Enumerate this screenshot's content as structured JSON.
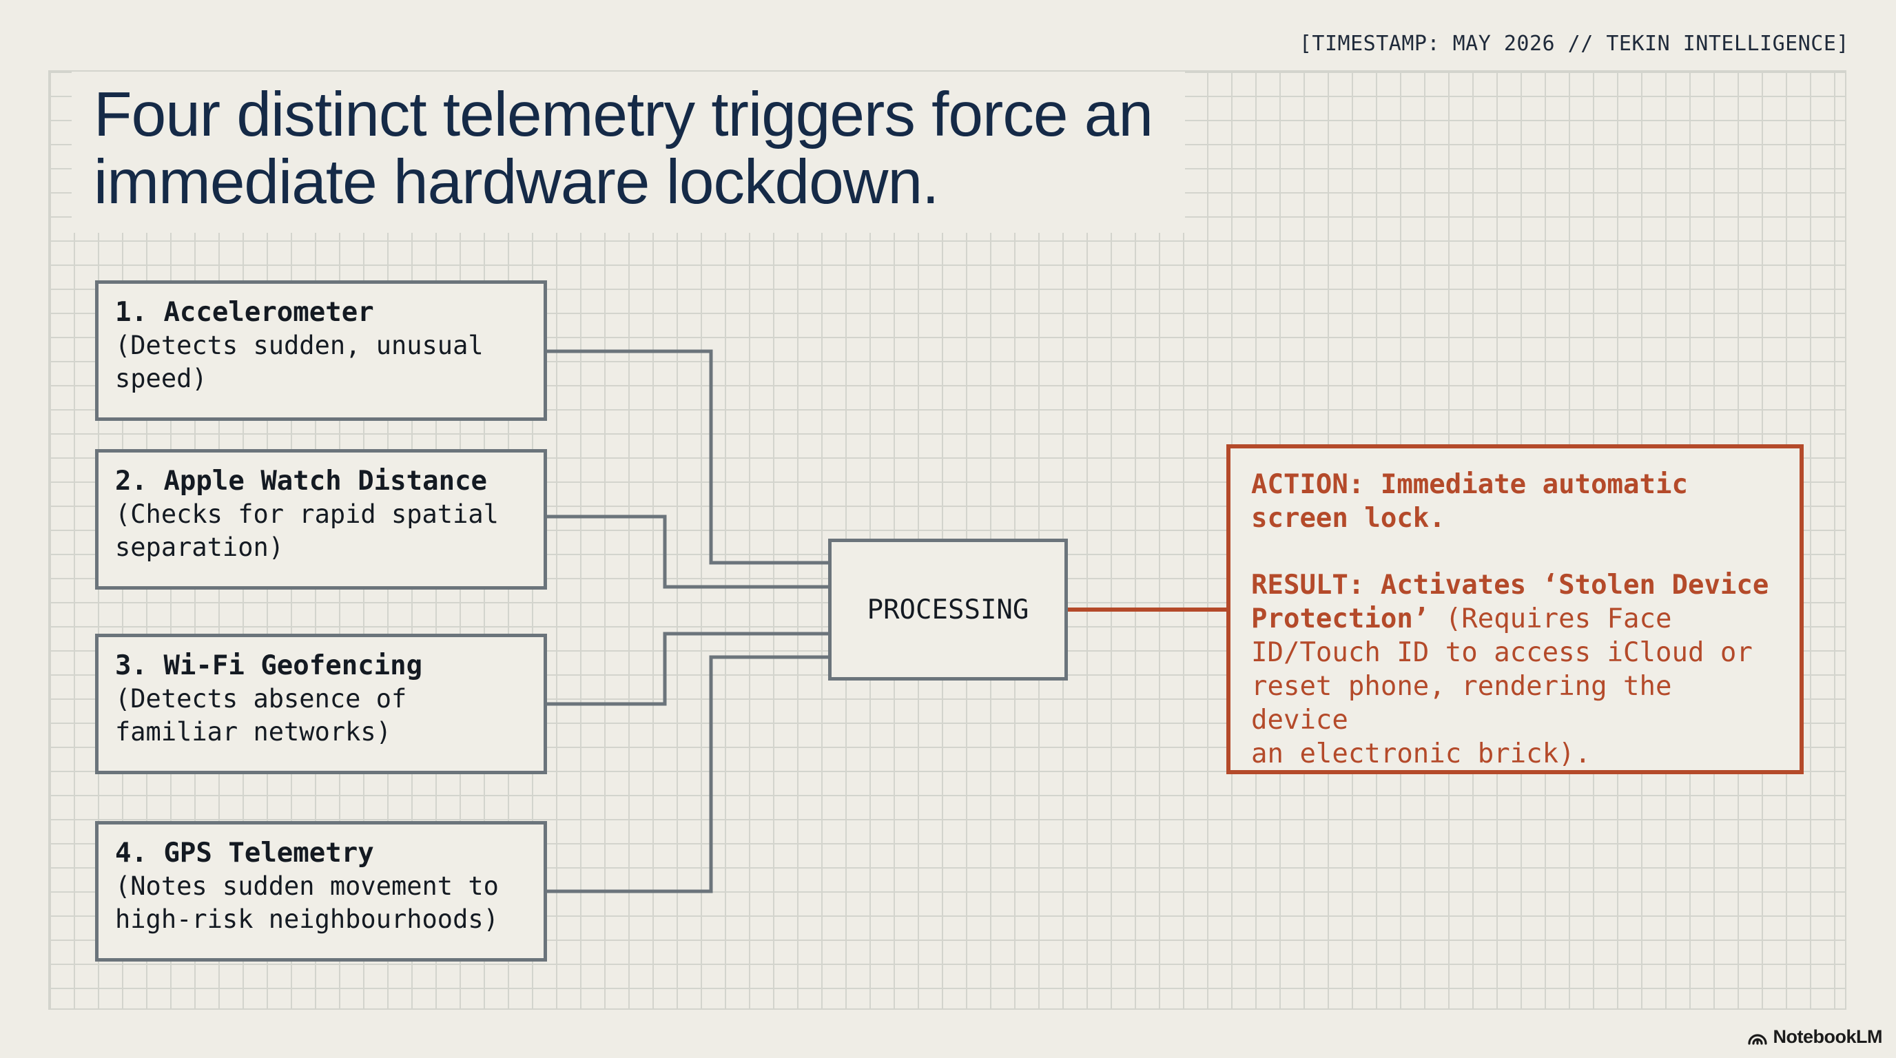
{
  "header": {
    "timestamp": "[TIMESTAMP: MAY 2026 // TEKIN INTELLIGENCE]",
    "title": "Four distinct telemetry triggers force an immediate hardware lockdown."
  },
  "triggers": [
    {
      "label": "1. Accelerometer",
      "detail": "(Detects sudden, unusual\nspeed)"
    },
    {
      "label": "2. Apple Watch Distance",
      "detail": "(Checks for rapid spatial\nseparation)"
    },
    {
      "label": "3. Wi-Fi Geofencing",
      "detail": "(Detects absence of\nfamiliar networks)"
    },
    {
      "label": "4. GPS Telemetry",
      "detail": "(Notes sudden movement to\nhigh-risk neighbourhoods)"
    }
  ],
  "processing": {
    "label": "PROCESSING"
  },
  "outcome": {
    "action_line1": "ACTION: Immediate automatic",
    "action_line2": "screen lock.",
    "result_line1": "RESULT: Activates ‘Stolen Device",
    "result_bold2": "Protection’",
    "result_rest2": " (Requires Face",
    "result_line3": "ID/Touch ID to access iCloud or",
    "result_line4": "reset phone, rendering the device",
    "result_line5": "an electronic brick)."
  },
  "footer": {
    "brand": "NotebookLM",
    "icon": "notebooklm-logo-icon"
  },
  "colors": {
    "background": "#efede6",
    "grid": "#d3d4cd",
    "title": "#152a47",
    "box_border": "#6b747b",
    "accent": "#b44a2a"
  }
}
